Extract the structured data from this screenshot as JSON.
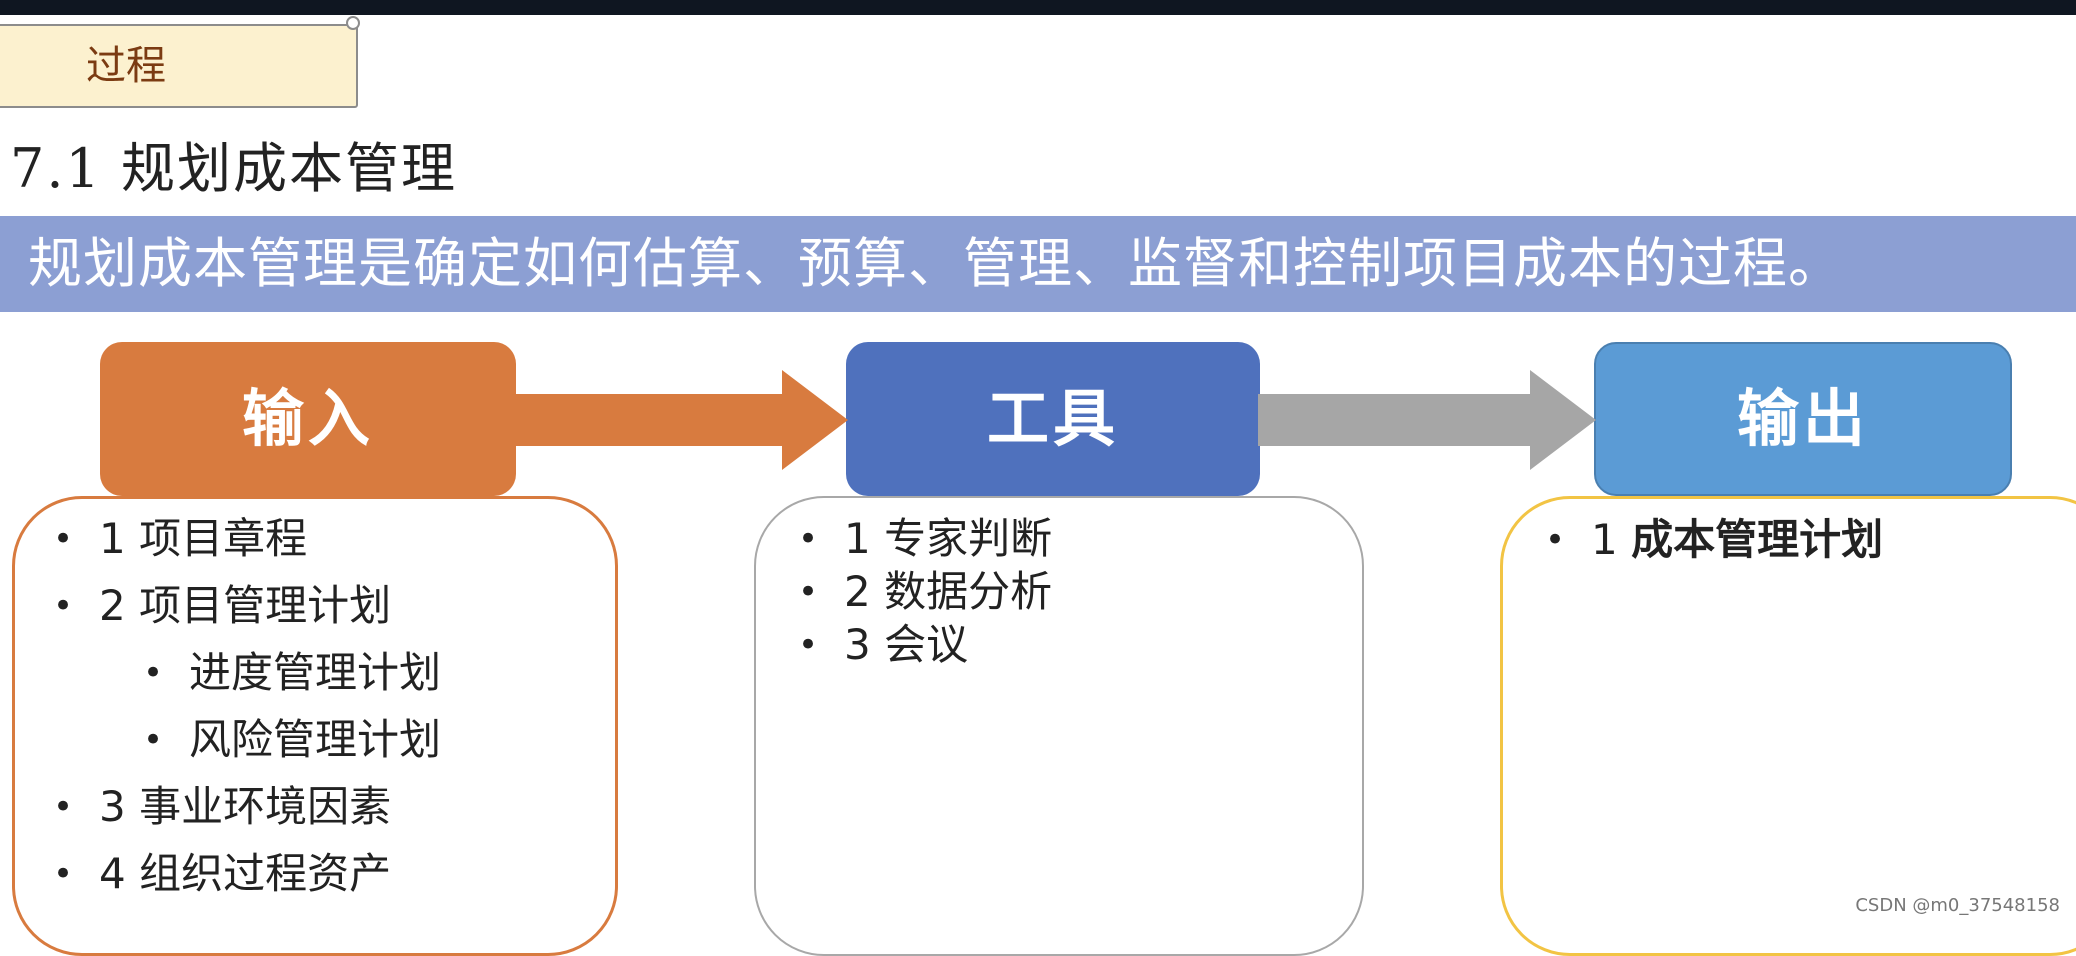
{
  "header": {
    "process_tag": "过程"
  },
  "section": {
    "title": "7.1  规划成本管理"
  },
  "banner": {
    "text": "规划成本管理是确定如何估算、预算、管理、监督和控制项目成本的过程。"
  },
  "stages": {
    "input": {
      "label": "输入",
      "color": "#d87b3f"
    },
    "tools": {
      "label": "工具",
      "color": "#4f71bd"
    },
    "output": {
      "label": "输出",
      "color": "#5b9bd5"
    }
  },
  "inputs": {
    "items": [
      "1 项目章程",
      "2 项目管理计划",
      "进度管理计划",
      "风险管理计划",
      "3 事业环境因素",
      "4 组织过程资产"
    ]
  },
  "tools": {
    "items": [
      "1 专家判断",
      "2 数据分析",
      "3 会议"
    ]
  },
  "outputs": {
    "item_number": "1",
    "item_label": "成本管理计划"
  },
  "bullet": "•",
  "watermark": "CSDN @m0_37548158"
}
